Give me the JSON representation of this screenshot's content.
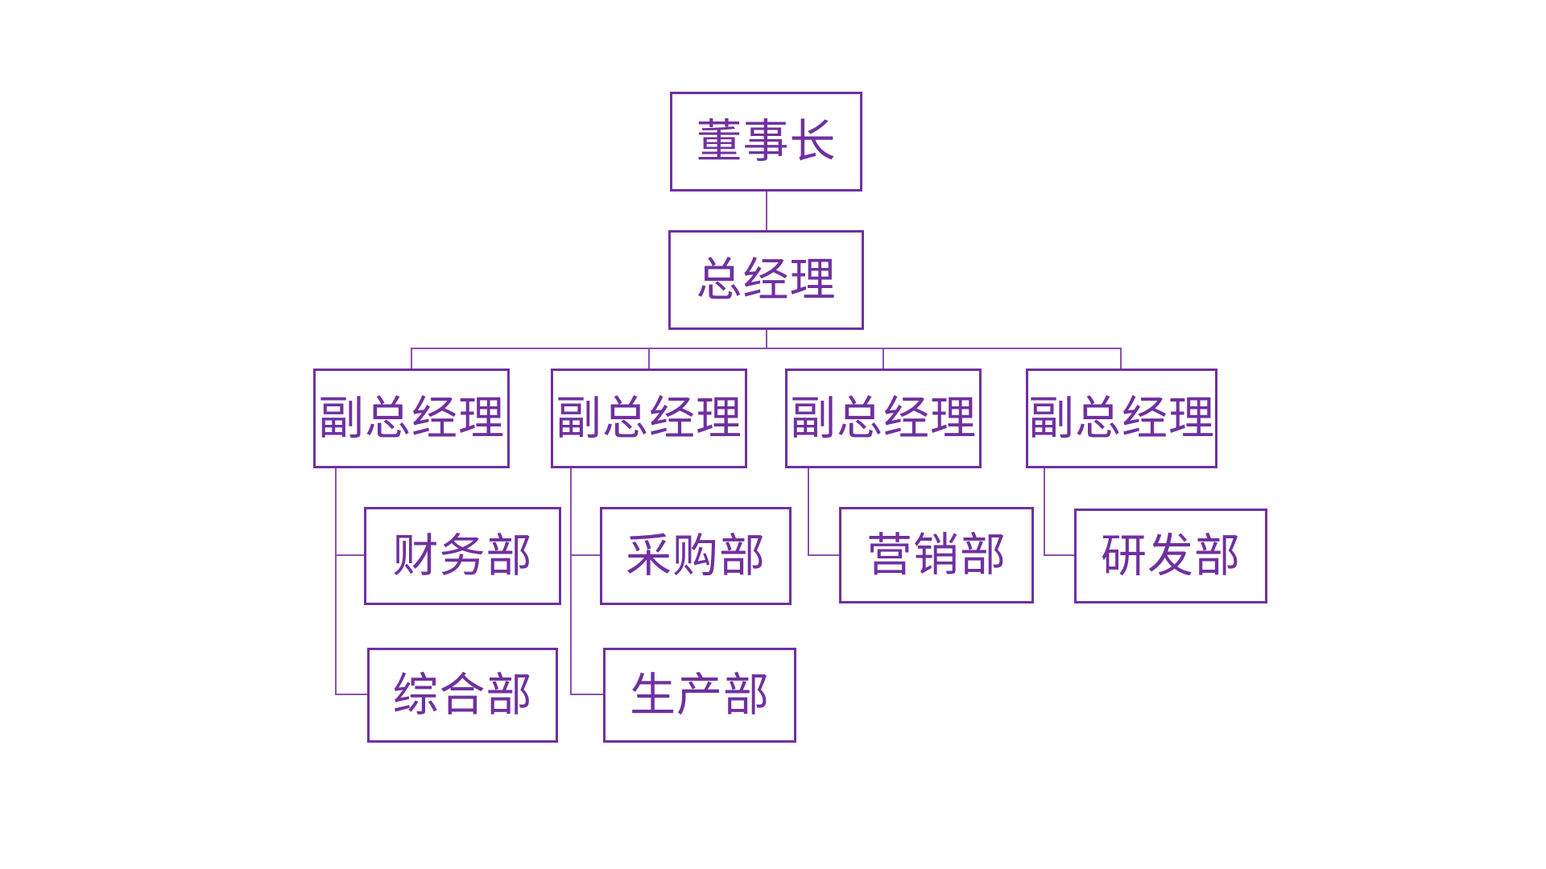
{
  "diagram": {
    "type": "org-chart",
    "colors": {
      "box_border": "#7030A0",
      "text": "#7030A0",
      "connector": "#8a50b0",
      "background": "#ffffff"
    },
    "nodes": {
      "chairman": {
        "label": "董事长"
      },
      "general_manager": {
        "label": "总经理"
      },
      "deputy_1": {
        "label": "副总经理"
      },
      "deputy_2": {
        "label": "副总经理"
      },
      "deputy_3": {
        "label": "副总经理"
      },
      "deputy_4": {
        "label": "副总经理"
      },
      "finance": {
        "label": "财务部"
      },
      "general_affairs": {
        "label": "综合部"
      },
      "purchasing": {
        "label": "采购部"
      },
      "production": {
        "label": "生产部"
      },
      "marketing": {
        "label": "营销部"
      },
      "rnd": {
        "label": "研发部"
      }
    },
    "edges": [
      [
        "chairman",
        "general_manager"
      ],
      [
        "general_manager",
        "deputy_1"
      ],
      [
        "general_manager",
        "deputy_2"
      ],
      [
        "general_manager",
        "deputy_3"
      ],
      [
        "general_manager",
        "deputy_4"
      ],
      [
        "deputy_1",
        "finance"
      ],
      [
        "deputy_1",
        "general_affairs"
      ],
      [
        "deputy_2",
        "purchasing"
      ],
      [
        "deputy_2",
        "production"
      ],
      [
        "deputy_3",
        "marketing"
      ],
      [
        "deputy_4",
        "rnd"
      ]
    ]
  }
}
